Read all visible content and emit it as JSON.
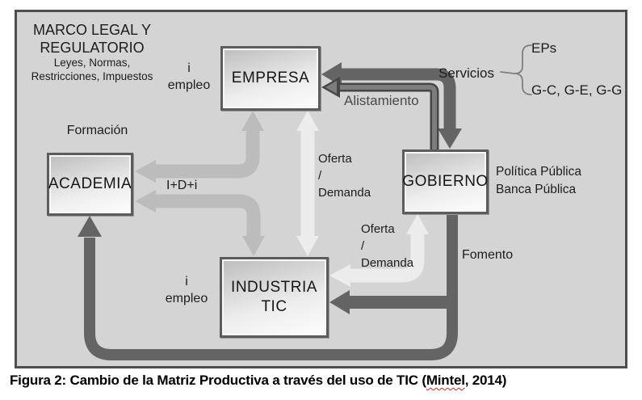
{
  "colors": {
    "canvas_bg": "#ffffff",
    "frame_bg": "#d4d4d4",
    "frame_border": "#4e4e4e",
    "box_border": "#5c5c5c",
    "box_top": "#bdbdbd",
    "box_mid": "#ededed",
    "box_bottom": "#fdfdfd",
    "arrow_gray": "#bcbcbc",
    "arrow_light": "#ececec",
    "arrow_dark": "#646464",
    "arrow_thin_outline": "#474747",
    "arrow_thin_fill": "#7d7d7d",
    "brace_color": "#7f7f7f",
    "text_color": "#1c1c1c",
    "label_muted": "#4a4a4a",
    "underline_red": "#e02020"
  },
  "marco": {
    "line1": "MARCO LEGAL  Y",
    "line2": "REGULATORIO",
    "line3": "Leyes, Normas,",
    "line4": "Restricciones, Impuestos"
  },
  "boxes": {
    "empresa": "EMPRESA",
    "academia": "ACADEMIA",
    "gobierno": "GOBIERNO",
    "industria": {
      "line1": "INDUSTRIA",
      "line2": "TIC"
    }
  },
  "labels": {
    "i_empleo_top": {
      "line1": "i",
      "line2": "empleo"
    },
    "formacion": "Formación",
    "idi": "I+D+i",
    "servicios": "Servicios",
    "eps": "EPs",
    "gov_services": "G-C, G-E, G-G",
    "alistamiento": "Alistamiento",
    "politica": {
      "line1": "Política Pública",
      "line2": "Banca Pública"
    },
    "oferta_demanda_center": {
      "line1": "Oferta",
      "line2": "/",
      "line3": "Demanda"
    },
    "oferta_demanda_right": {
      "line1": "Oferta",
      "line2": "/",
      "line3": "Demanda"
    },
    "fomento": "Fomento",
    "i_empleo_bottom": {
      "line1": "i",
      "line2": "empleo"
    }
  },
  "caption": {
    "prefix": "Figura 2: Cambio de la Matriz Productiva a través del uso de TIC (",
    "word": "Mintel",
    "suffix": ", 2014)"
  },
  "edges": [
    {
      "from": "GOBIERNO",
      "to": "EMPRESA",
      "label": "Servicios (EPs; G-C, G-E, G-G)",
      "style": "dark-thick",
      "bidirectional": true
    },
    {
      "from": "GOBIERNO",
      "to": "EMPRESA",
      "label": "Alistamiento",
      "style": "dark-thin-outlined",
      "bidirectional": false
    },
    {
      "from": "EMPRESA",
      "to": "ACADEMIA",
      "label": "I+D+i / i empleo",
      "style": "gray",
      "bidirectional": true
    },
    {
      "from": "ACADEMIA",
      "to": "INDUSTRIA TIC",
      "label": "I+D+i",
      "style": "gray",
      "bidirectional": true
    },
    {
      "from": "EMPRESA",
      "to": "INDUSTRIA TIC",
      "label": "Oferta / Demanda",
      "style": "light",
      "bidirectional": true
    },
    {
      "from": "GOBIERNO",
      "to": "INDUSTRIA TIC",
      "label": "Oferta / Demanda",
      "style": "light",
      "bidirectional": true
    },
    {
      "from": "GOBIERNO",
      "to": "INDUSTRIA TIC",
      "label": "Fomento",
      "style": "dark-thick",
      "bidirectional": false
    },
    {
      "from": "GOBIERNO",
      "to": "ACADEMIA",
      "label": "Fomento",
      "style": "dark-thick",
      "bidirectional": false
    }
  ]
}
